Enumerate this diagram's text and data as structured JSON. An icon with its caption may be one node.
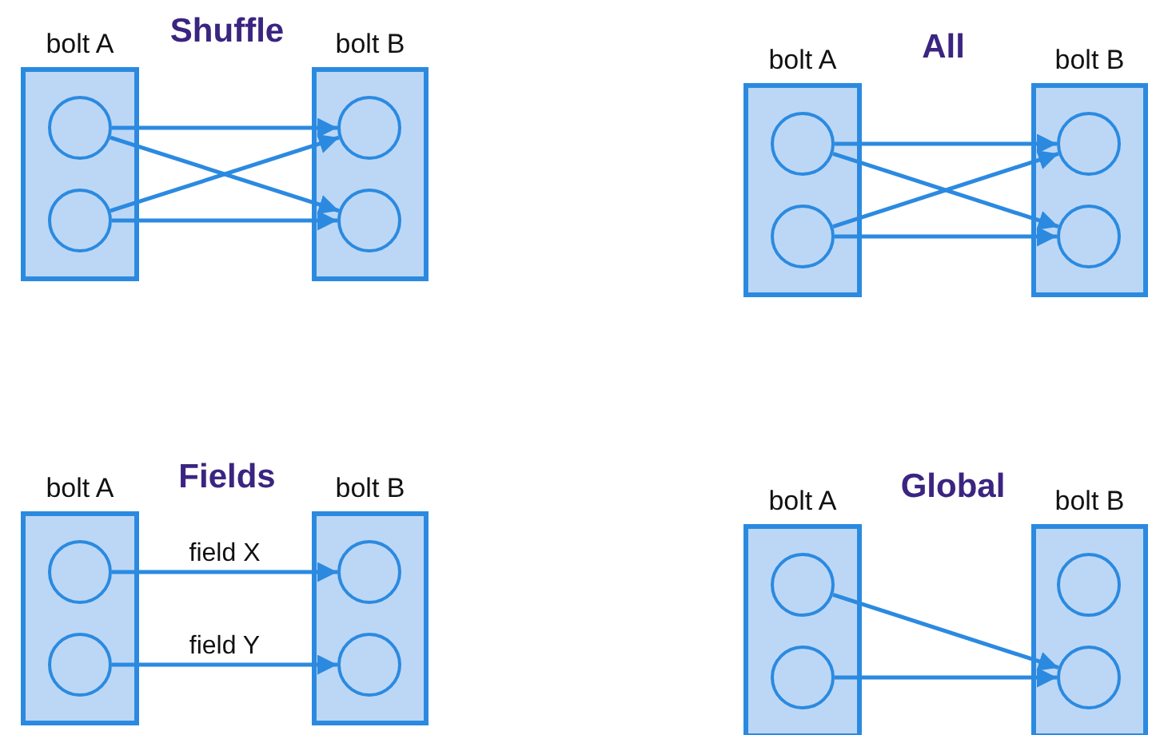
{
  "diagram": {
    "nodes": [
      {
        "text": [
          "bolt A"
        ]
      },
      {
        "text": [],
        "shape": "circle",
        "in": 0
      },
      {
        "text": [],
        "shape": "circle",
        "in": 0
      },
      {
        "text": [
          "bolt B"
        ]
      },
      {
        "text": [],
        "shape": "circle",
        "in": 3
      },
      {
        "text": [],
        "shape": "circle",
        "in": 3
      },
      {
        "text": [
          "bolt A"
        ]
      },
      {
        "text": [],
        "shape": "circle",
        "in": 6
      },
      {
        "text": [],
        "shape": "circle",
        "in": 6
      },
      {
        "text": [
          "bolt B"
        ]
      },
      {
        "text": [],
        "shape": "circle",
        "in": 9
      },
      {
        "text": [],
        "shape": "circle",
        "in": 9
      },
      {
        "text": [
          "bolt A"
        ]
      },
      {
        "text": [],
        "shape": "circle",
        "in": 12
      },
      {
        "text": [],
        "shape": "circle",
        "in": 12
      },
      {
        "text": [
          "bolt B"
        ]
      },
      {
        "text": [],
        "shape": "circle",
        "in": 15
      },
      {
        "text": [],
        "shape": "circle",
        "in": 15
      },
      {
        "text": [
          "bolt A"
        ]
      },
      {
        "text": [],
        "shape": "circle",
        "in": 18
      },
      {
        "text": [],
        "shape": "circle",
        "in": 18
      },
      {
        "text": [
          "bolt B"
        ]
      },
      {
        "text": [],
        "shape": "circle",
        "in": 21
      },
      {
        "text": [],
        "shape": "circle",
        "in": 21
      }
    ],
    "edges": [
      {
        "from": 1,
        "to": 4,
        "arrow": "to"
      },
      {
        "from": 1,
        "to": 5,
        "arrow": "to"
      },
      {
        "from": 2,
        "to": 4,
        "arrow": "to"
      },
      {
        "from": 2,
        "to": 5,
        "arrow": "to"
      },
      {
        "from": 7,
        "to": 10,
        "arrow": "to"
      },
      {
        "from": 7,
        "to": 11,
        "arrow": "to"
      },
      {
        "from": 8,
        "to": 10,
        "arrow": "to"
      },
      {
        "from": 8,
        "to": 11,
        "arrow": "to"
      },
      {
        "from": 13,
        "to": 16,
        "label": "field X",
        "arrow": "to"
      },
      {
        "from": 14,
        "to": 17,
        "label": "field Y",
        "arrow": "to"
      },
      {
        "from": 19,
        "to": 23,
        "arrow": "to"
      },
      {
        "from": 20,
        "to": 23,
        "arrow": "to"
      }
    ],
    "labels": [
      "Shuffle",
      "All",
      "Fields",
      "Global"
    ]
  }
}
